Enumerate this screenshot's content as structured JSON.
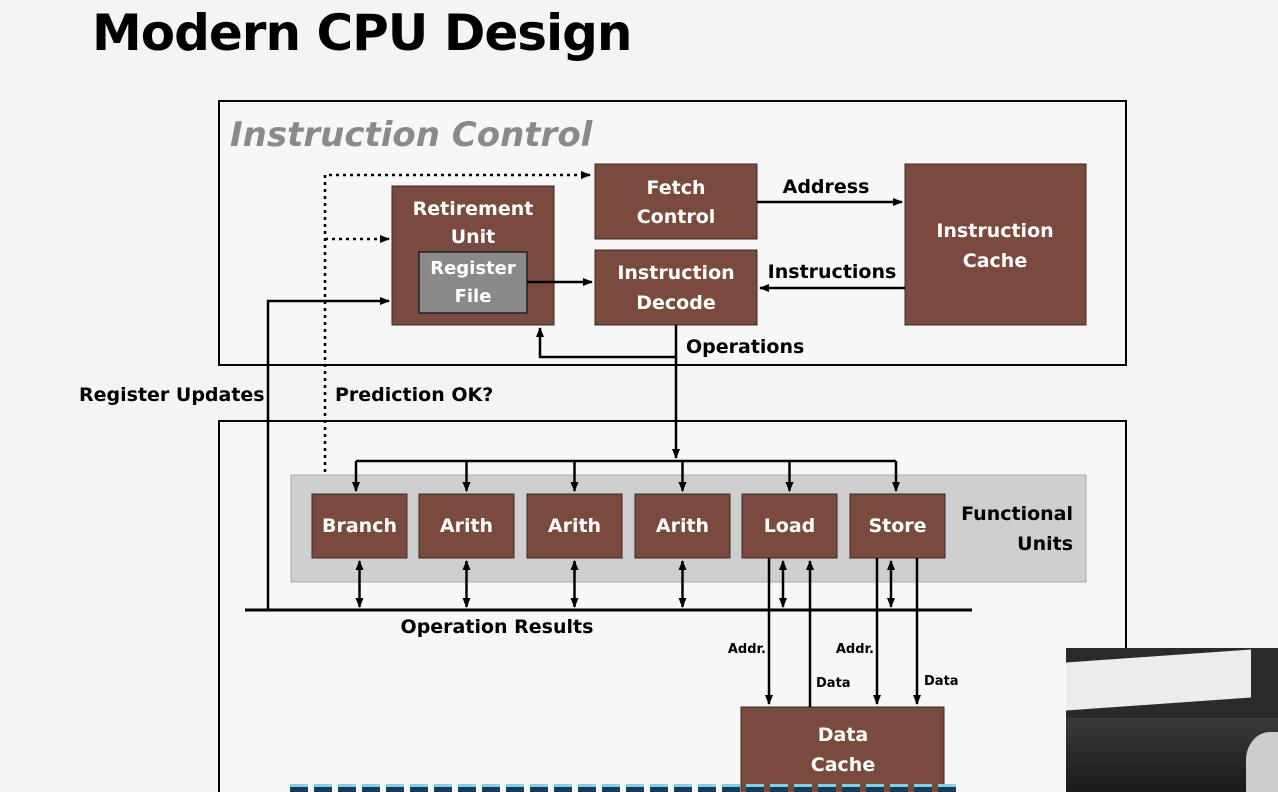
{
  "title": "Modern CPU Design",
  "colors": {
    "unit_fill": "#7b4a3e",
    "register_fill": "#8a8a8a",
    "functional_bg": "#cfcfcf",
    "line": "#000000"
  },
  "diagram": {
    "instruction_control_label": "Instruction Control",
    "retirement_unit": [
      "Retirement",
      "Unit"
    ],
    "register_file": [
      "Register",
      "File"
    ],
    "fetch_control": [
      "Fetch",
      "Control"
    ],
    "instruction_decode": [
      "Instruction",
      "Decode"
    ],
    "instruction_cache": [
      "Instruction",
      "Cache"
    ],
    "address_label": "Address",
    "instructions_label": "Instructions",
    "operations_label": "Operations",
    "register_updates_label": "Register Updates",
    "prediction_ok_label": "Prediction OK?",
    "functional_units_label": [
      "Functional",
      "Units"
    ],
    "units": [
      "Branch",
      "Arith",
      "Arith",
      "Arith",
      "Load",
      "Store"
    ],
    "operation_results_label": "Operation Results",
    "addr_label": "Addr.",
    "data_label": "Data",
    "data_cache": [
      "Data",
      "Cache"
    ]
  }
}
